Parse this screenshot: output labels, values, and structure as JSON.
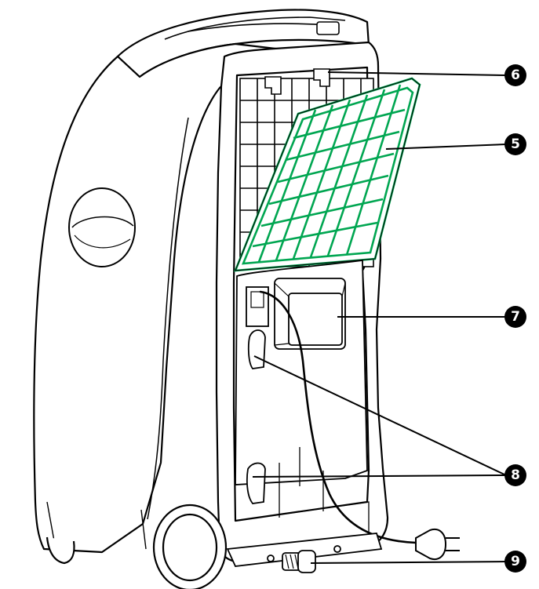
{
  "colors": {
    "outline": "#000000",
    "body": "#ffffff",
    "filter": "#00a651",
    "callout_fill": "#000000",
    "callout_text": "#ffffff"
  },
  "callouts": [
    {
      "number": "6",
      "part": "filter-holder-clip"
    },
    {
      "number": "5",
      "part": "air-filter-panel"
    },
    {
      "number": "7",
      "part": "exhaust-outlet"
    },
    {
      "number": "8",
      "part": "cord-hooks"
    },
    {
      "number": "9",
      "part": "drain-plug"
    }
  ],
  "icons": [
    "power-plug-icon"
  ]
}
